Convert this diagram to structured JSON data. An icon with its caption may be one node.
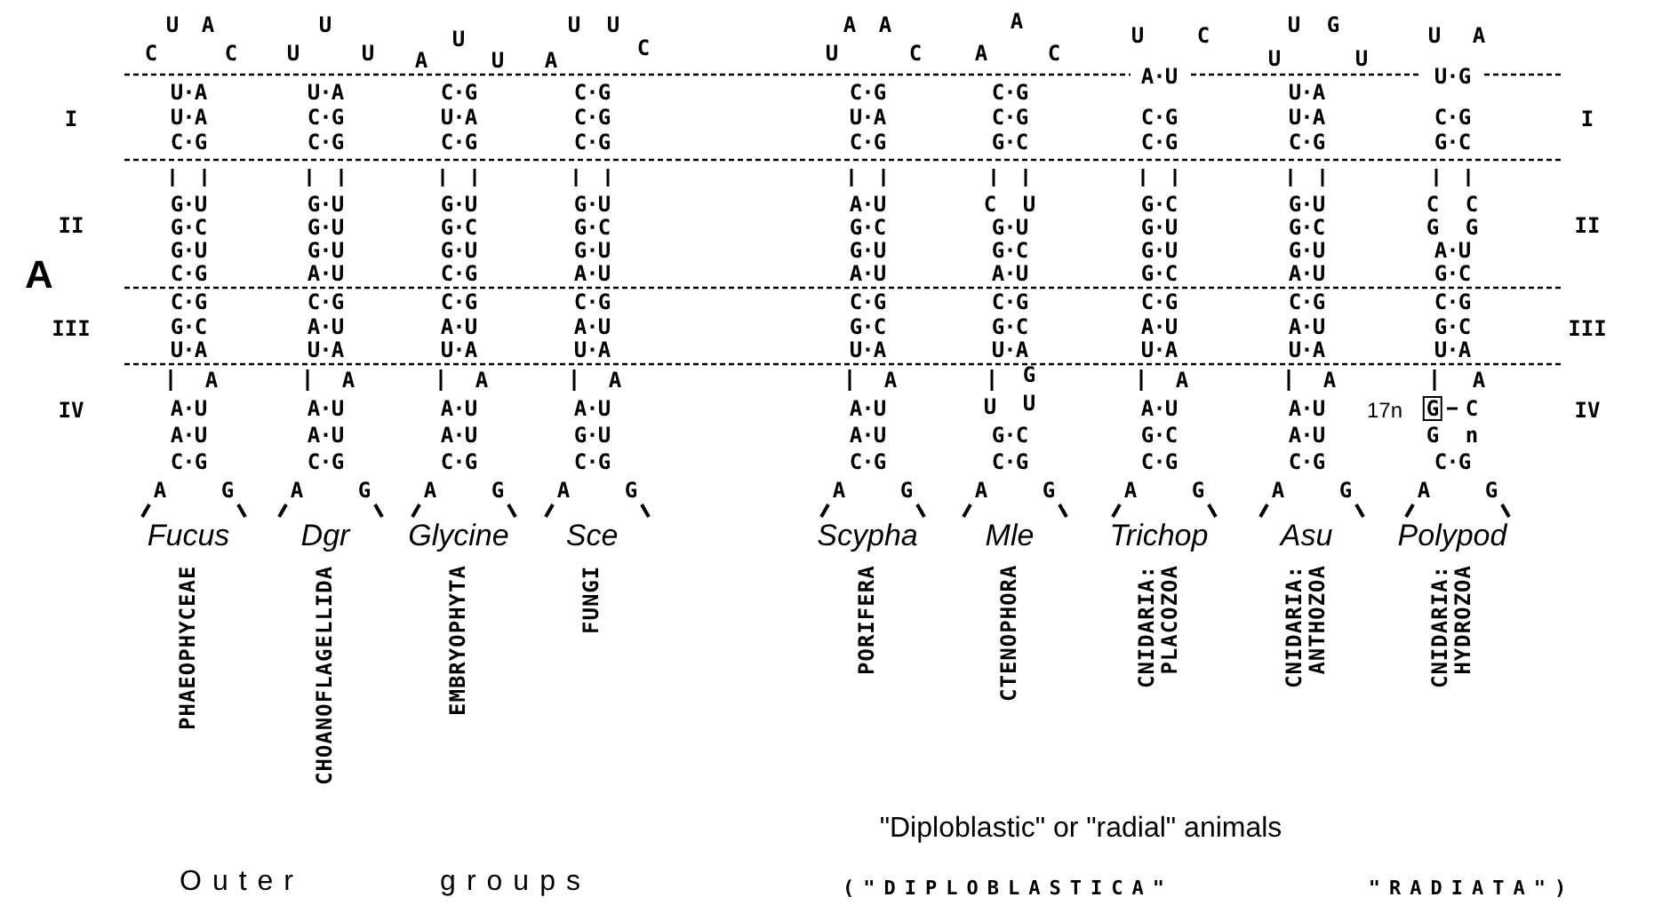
{
  "diagram": {
    "nodes": [
      {
        "text": [
          "G"
        ]
      }
    ],
    "labels": [
      "A",
      "I",
      "II",
      "III",
      "IV",
      "U",
      "A",
      "C",
      "C",
      "U·A",
      "U·A",
      "C·G",
      "G·U",
      "G·C",
      "G·U",
      "C·G",
      "C·G",
      "G·C",
      "U·A",
      "A",
      "A·U",
      "A·U",
      "C·G",
      "A",
      "G",
      "Fucus",
      "PHAEOPHYCEAE",
      "U",
      "U",
      "U",
      "U·A",
      "C·G",
      "C·G",
      "G·U",
      "G·U",
      "G·U",
      "A·U",
      "C·G",
      "A·U",
      "U·A",
      "A",
      "A·U",
      "A·U",
      "C·G",
      "A",
      "G",
      "Dgr",
      "CHOANOFLAGELLIDA",
      "U",
      "A",
      "U",
      "C·G",
      "U·A",
      "C·G",
      "G·U",
      "G·C",
      "G·U",
      "C·G",
      "C·G",
      "A·U",
      "U·A",
      "A",
      "A·U",
      "A·U",
      "C·G",
      "A",
      "G",
      "Glycine",
      "EMBRYOPHYTA",
      "U",
      "U",
      "A",
      "C",
      "C·G",
      "C·G",
      "C·G",
      "G·U",
      "G·C",
      "G·U",
      "A·U",
      "C·G",
      "A·U",
      "U·A",
      "A",
      "A·U",
      "G·U",
      "C·G",
      "A",
      "G",
      "Sce",
      "FUNGI",
      "A",
      "A",
      "U",
      "C",
      "C·G",
      "U·A",
      "C·G",
      "A·U",
      "G·C",
      "G·U",
      "A·U",
      "C·G",
      "G·C",
      "U·A",
      "A",
      "A·U",
      "A·U",
      "C·G",
      "A",
      "G",
      "Scypha",
      "PORIFERA",
      "A",
      "A",
      "C",
      "C·G",
      "C·G",
      "G·C",
      "C",
      "U",
      "G·U",
      "G·C",
      "A·U",
      "C·G",
      "G·C",
      "U·A",
      "G",
      "U",
      "U",
      "G·C",
      "C·G",
      "A",
      "G",
      "Mle",
      "CTENOPHORA",
      "U",
      "C",
      "A·U",
      "C·G",
      "C·G",
      "G·C",
      "G·U",
      "G·U",
      "G·C",
      "C·G",
      "A·U",
      "U·A",
      "A",
      "A·U",
      "G·C",
      "C·G",
      "A",
      "G",
      "Trichop",
      "CNIDARIA: PLACOZOA",
      "U",
      "G",
      "U",
      "U",
      "U·A",
      "U·A",
      "C·G",
      "G·U",
      "G·C",
      "G·U",
      "A·U",
      "C·G",
      "A·U",
      "U·A",
      "A",
      "A·U",
      "A·U",
      "C·G",
      "A",
      "G",
      "Asu",
      "CNIDARIA: ANTHOZOA",
      "U",
      "A",
      "U·G",
      "C·G",
      "G·C",
      "C",
      "C",
      "G",
      "G",
      "A·U",
      "G·C",
      "C·G",
      "G·C",
      "U·A",
      "A",
      "17n",
      "C",
      "G",
      "n",
      "C·G",
      "A",
      "G",
      "Polypod",
      "CNIDARIA: HYDROZOA",
      "I",
      "II",
      "III",
      "IV",
      "\"Diploblastic\" or \"radial\" animals",
      "Outer",
      "groups",
      "(\"DIPLOBLASTICA\"",
      "\"RADIATA\")"
    ]
  }
}
